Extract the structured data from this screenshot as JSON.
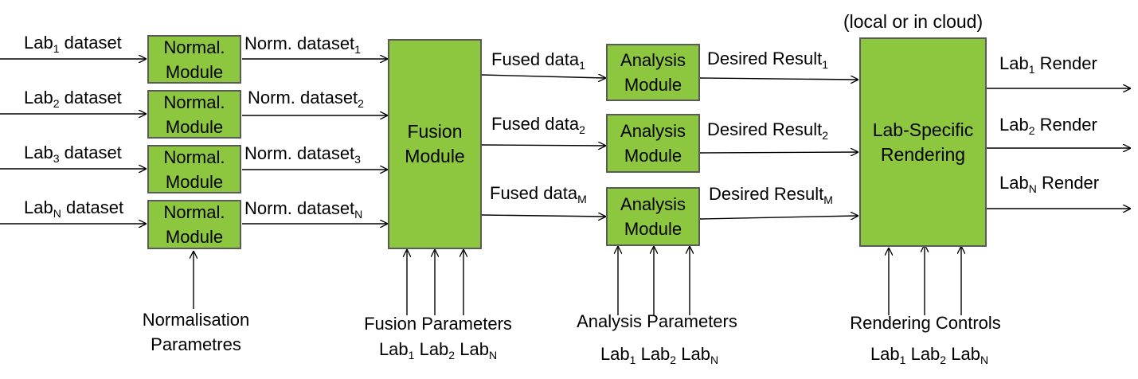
{
  "header": {
    "cloud_note": "(local or in cloud)"
  },
  "inputs": [
    {
      "prefix": "Lab",
      "sub": "1",
      "suffix": " dataset"
    },
    {
      "prefix": "Lab",
      "sub": "2",
      "suffix": " dataset"
    },
    {
      "prefix": "Lab",
      "sub": "3",
      "suffix": " dataset"
    },
    {
      "prefix": "Lab",
      "sub": "N",
      "suffix": " dataset"
    }
  ],
  "normal_modules": [
    {
      "label": "Normal.\nModule"
    },
    {
      "label": "Normal.\nModule"
    },
    {
      "label": "Normal.\nModule"
    },
    {
      "label": "Normal.\nModule"
    }
  ],
  "norm_outputs": [
    {
      "prefix": "Norm. dataset",
      "sub": "1"
    },
    {
      "prefix": "Norm. dataset",
      "sub": "2"
    },
    {
      "prefix": "Norm. dataset",
      "sub": "3"
    },
    {
      "prefix": "Norm. dataset",
      "sub": "N"
    }
  ],
  "fusion": {
    "label": "Fusion\nModule"
  },
  "fused_outputs": [
    {
      "prefix": "Fused data",
      "sub": "1"
    },
    {
      "prefix": "Fused data",
      "sub": "2"
    },
    {
      "prefix": "Fused data",
      "sub": "M"
    }
  ],
  "analysis_modules": [
    {
      "label": "Analysis\nModule"
    },
    {
      "label": "Analysis\nModule"
    },
    {
      "label": "Analysis\nModule"
    }
  ],
  "results": [
    {
      "prefix": "Desired Result",
      "sub": "1"
    },
    {
      "prefix": "Desired Result",
      "sub": "2"
    },
    {
      "prefix": "Desired Result",
      "sub": "M"
    }
  ],
  "rendering": {
    "label": "Lab-Specific\nRendering"
  },
  "renders": [
    {
      "prefix": "Lab",
      "sub": "1",
      "suffix": " Render"
    },
    {
      "prefix": "Lab",
      "sub": "2",
      "suffix": " Render"
    },
    {
      "prefix": "Lab",
      "sub": "N",
      "suffix": " Render"
    }
  ],
  "params": {
    "normalisation": {
      "line1": "Normalisation",
      "line2": "Parametres"
    },
    "fusion": {
      "title": "Fusion Parameters",
      "labs": [
        "1",
        "2",
        "N"
      ],
      "lab_prefix": "Lab"
    },
    "analysis": {
      "title": "Analysis Parameters",
      "labs": [
        "1",
        "2",
        "N"
      ],
      "lab_prefix": "Lab"
    },
    "rendering": {
      "title": "Rendering Controls",
      "labs": [
        "1",
        "2",
        "N"
      ],
      "lab_prefix": "Lab"
    }
  },
  "colors": {
    "module_fill": "#8dc63f",
    "module_border": "#5a5a5a",
    "line": "#000000"
  }
}
